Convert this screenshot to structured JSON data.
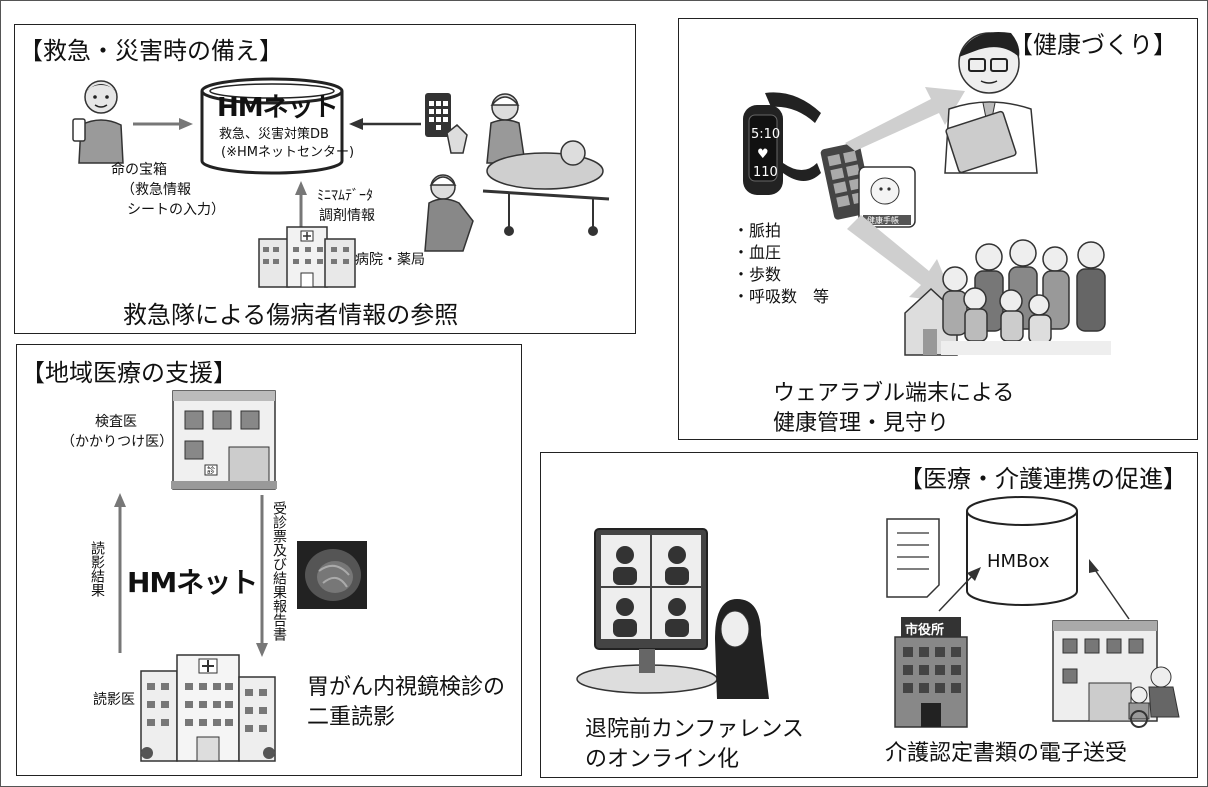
{
  "emergency": {
    "title": "【救急・災害時の備え】",
    "db_logo": "HMネット",
    "db_line1": "救急、災害対策DB",
    "db_line2": "(※HMネットセンター)",
    "life_box_line1": "命の宝箱",
    "life_box_line2": "（救急情報",
    "life_box_line3": "シートの入力）",
    "minimum_data": "ﾐﾆﾏﾑﾃﾞｰﾀ",
    "dispensing_info": "調剤情報",
    "hospital_pharmacy": "病院・薬局",
    "caption": "救急隊による傷病者情報の参照"
  },
  "health": {
    "title": "【健康づくり】",
    "watch_time": "5:10",
    "watch_value": "110",
    "app_label": "健康手帳",
    "metrics": [
      "・脈拍",
      "・血圧",
      "・歩数",
      "・呼吸数　等"
    ],
    "caption_line1": "ウェアラブル端末による",
    "caption_line2": "健康管理・見守り"
  },
  "regional": {
    "title": "【地域医療の支援】",
    "examiner_line1": "検査医",
    "examiner_line2": "（かかりつけ医）",
    "clinic_sign": "診",
    "logo": "HMネット",
    "result_label": "読影結果",
    "report_label": "受診票及び結果報告書",
    "reader_label": "読影医",
    "caption_line1": "胃がん内視鏡検診の",
    "caption_line2": "二重読影"
  },
  "collaboration": {
    "title": "【医療・介護連携の促進】",
    "hmbox": "HMBox",
    "city_office": "市役所",
    "caption_left_line1": "退院前カンファレンス",
    "caption_left_line2": "のオンライン化",
    "caption_right": "介護認定書類の電子送受"
  }
}
